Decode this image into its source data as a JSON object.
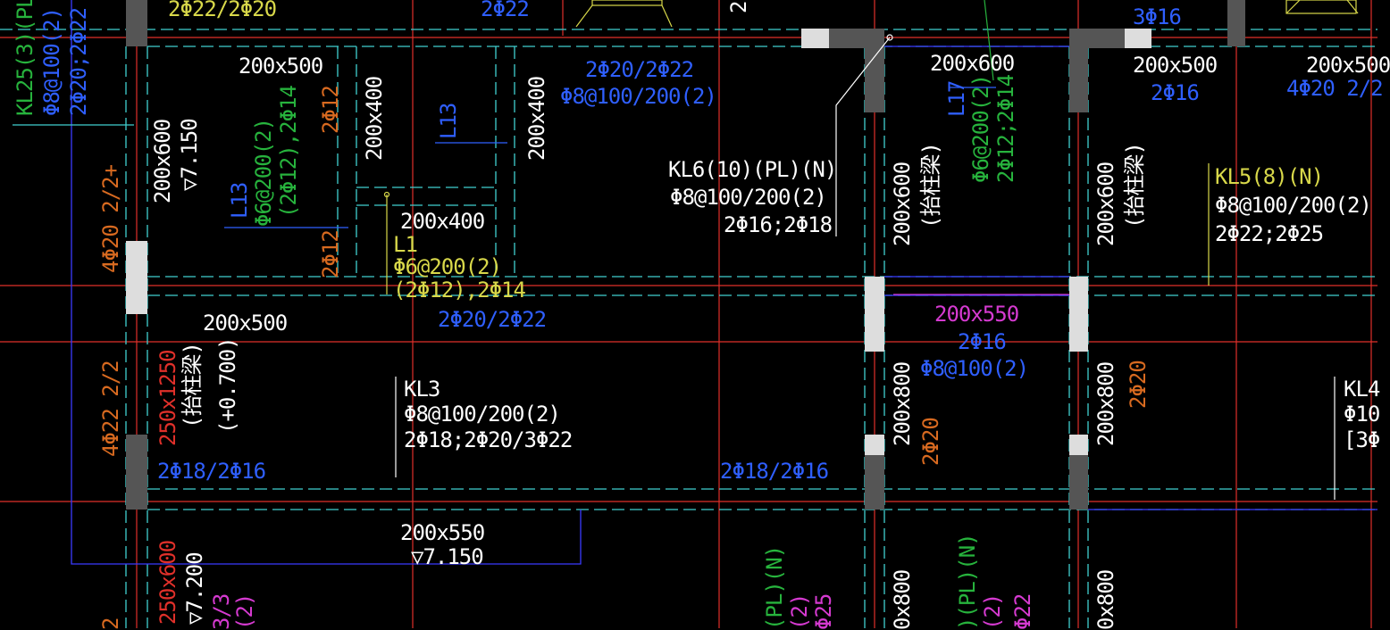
{
  "colors": {
    "background": "#000000",
    "beam_outline": "#40d0d0",
    "axis_line": "#e0302a",
    "column_fill": "#555555",
    "white_text": "#ffffff",
    "blue_text": "#2f5fff",
    "green_text": "#27b33d",
    "yellow_text": "#d8d84a",
    "orange_text": "#d86a20",
    "magenta_text": "#d53ad0"
  },
  "labels": {
    "top_left_frag": "2Φ22/2Φ20",
    "top_mid_frag": "2Φ22",
    "top_right_frag": "3Φ16",
    "kl25_name": "KL25(3)(PL)(",
    "kl25_stirrup": "Φ8@100(2)",
    "kl25_bars": "2Φ20;2Φ22",
    "a_200x500": "200x500",
    "a_200x400_v": "200x400",
    "a_200x400_v2": "200x400",
    "a_200x600_left": "200x600",
    "a_lvl_7150": "▽7.150",
    "l13_a": "L13",
    "l13_b": "L13",
    "l13_stirrup": "Φ6@200(2)",
    "l13_bars": "(2Φ12),2Φ14",
    "bar_2phi12_a": "2Φ12",
    "bar_2phi12_b": "2Φ12",
    "a_200x400_h": "200x400",
    "l1_name": "L1",
    "l1_stirrup": "Φ6@200(2)",
    "l1_bars": "(2Φ12),2Φ14",
    "top_mid_bars": "2Φ20/2Φ22",
    "top_mid_stirrup": "Φ8@100/200(2)",
    "kl6_name": "KL6(10)(PL)(N)",
    "kl6_stirrup": "Φ8@100/200(2)",
    "kl6_bars": "2Φ16;2Φ18",
    "b_200x600_top": "200x600",
    "l17_name": "L17",
    "l17_stirrup": "Φ6@200(2)",
    "l17_bars": "2Φ12;2Φ14",
    "b_200x600_v": "200x600",
    "b_note": "(抬柱梁)",
    "c_200x500_top": "200x500",
    "c_2phi16": "2Φ16",
    "c_200x600_v": "200x600",
    "c_note": "(抬柱梁)",
    "d_200x500_top": "200x500",
    "d_4phi20": "4Φ20 2/2",
    "kl5_name": "KL5(8)(N)",
    "kl5_stirrup": "Φ8@100/200(2)",
    "kl5_bars": "2Φ22;2Φ25",
    "left_4phi20": "4Φ20 2/2+",
    "left_4phi22": "4Φ22 2/2",
    "mid_200x500": "200x500",
    "mid_bars": "2Φ20/2Φ22",
    "kl3_size": "250x1250",
    "kl3_note": "(抬柱梁)",
    "kl3_level": "(+0.700)",
    "kl3_name": "KL3",
    "kl3_stirrup": "Φ8@100/200(2)",
    "kl3_bars": "2Φ18;2Φ20/3Φ22",
    "bot_bars_left": "2Φ18/2Φ16",
    "bot_bars_right": "2Φ18/2Φ16",
    "mag_size": "200x550",
    "mag_bars": "2Φ16",
    "mag_stirrup": "Φ8@100(2)",
    "b_200x800": "200x800",
    "b_2phi20": "2Φ20",
    "c_200x800": "200x800",
    "c_2phi20": "2Φ20",
    "kl4_frag": "KL4",
    "kl4_frag2": "Φ10",
    "kl4_frag3": "[3Φ",
    "low_200x550": "200x550",
    "low_lvl": "▽7.150",
    "low_250x600": "250x600",
    "low_lvl_7200": "▽7.200",
    "low_33": "3/3",
    "low_2": "(2)",
    "low_left2": "2",
    "low_pl_n": "(PL)(N)",
    "low_2b": "(2)",
    "low_25": "Φ25",
    "low_pl_n2": ")(PL)(N)",
    "low_2c": "(2)",
    "low_22": "Φ22",
    "low_x800_b": "0x800",
    "low_x800_c": "0x800",
    "top_frag_2": "2"
  }
}
